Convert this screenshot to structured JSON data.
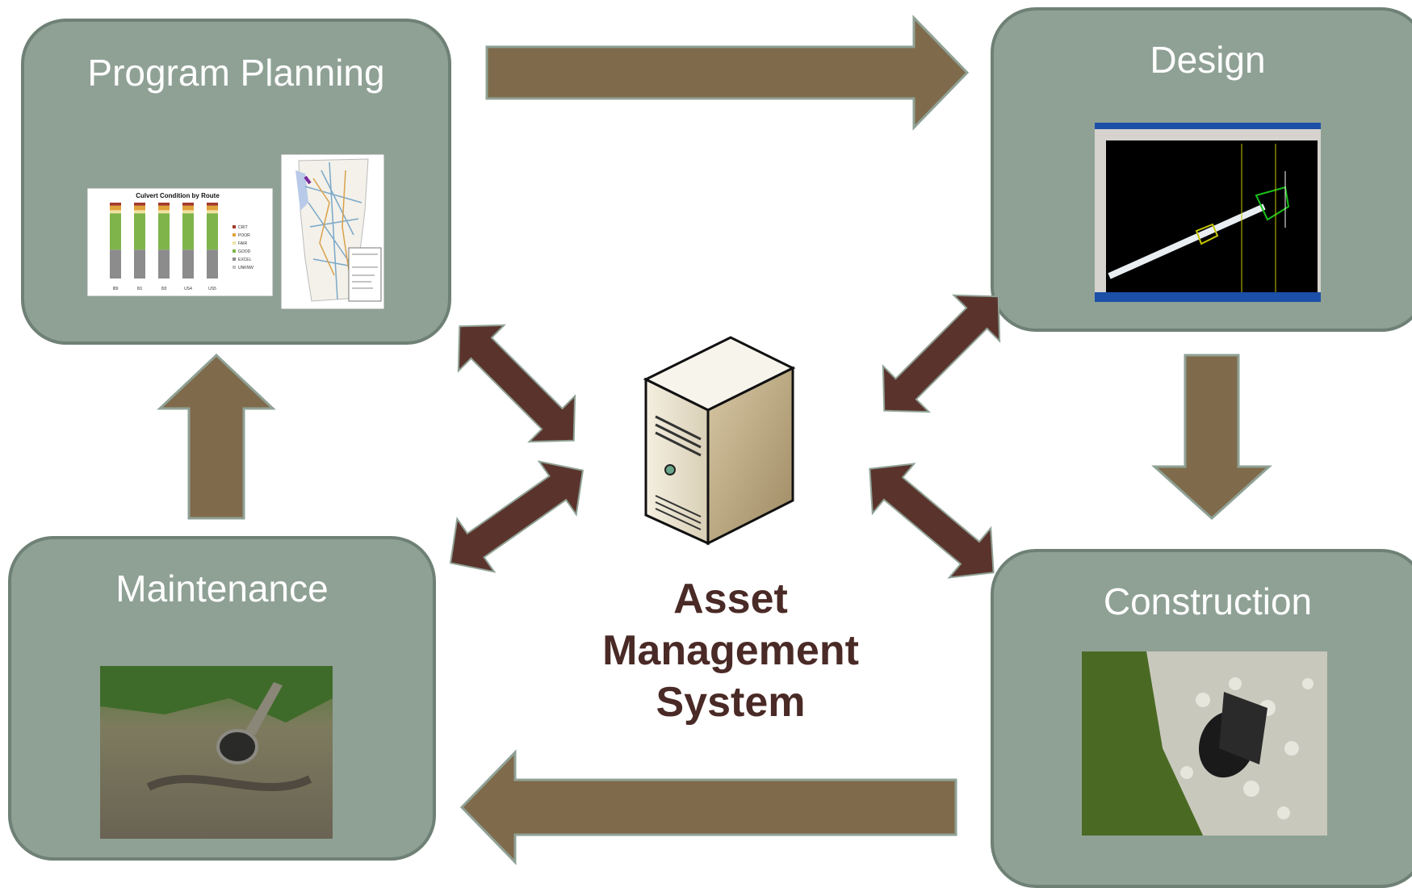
{
  "stages": {
    "planning": {
      "title": "Program Planning"
    },
    "design": {
      "title": "Design"
    },
    "construction": {
      "title": "Construction"
    },
    "maintenance": {
      "title": "Maintenance"
    }
  },
  "center": {
    "line1": "Asset",
    "line2": "Management",
    "line3": "System"
  },
  "planning_chart": {
    "title": "Culvert Condition by Route",
    "categories": [
      "I89",
      "I91",
      "I93",
      "US4",
      "US5"
    ],
    "legend": [
      "CRIT",
      "POOR",
      "FAIR",
      "GOOD",
      "EXCEL",
      "UNKNW"
    ]
  },
  "colors": {
    "box_fill": "#8fa195",
    "box_border": "#6f8176",
    "flow_arrow": "#7f6a4b",
    "link_arrow": "#5a342c",
    "center_text": "#4a2a26"
  }
}
